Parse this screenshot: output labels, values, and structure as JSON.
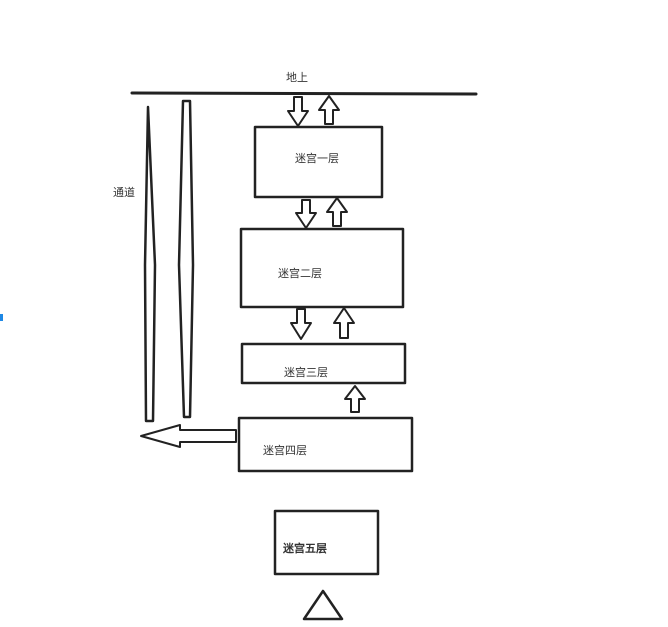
{
  "labels": {
    "ground": "地上",
    "passage": "通道",
    "floor1": "迷宫一层",
    "floor2": "迷宫二层",
    "floor3": "迷宫三层",
    "floor4": "迷宫四层",
    "floor5": "迷宫五层"
  },
  "colors": {
    "stroke": "#222222",
    "fill": "#ffffff",
    "accent": "#1e88e5"
  }
}
